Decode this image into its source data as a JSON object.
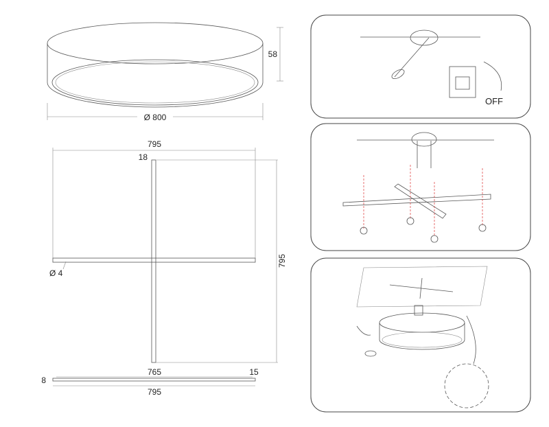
{
  "drawing": {
    "top_view": {
      "height_label": "58",
      "diameter_label": "Ø 800"
    },
    "bracket_view": {
      "width_label": "795",
      "offset_label": "18",
      "hole_label": "Ø 4",
      "height_label": "795"
    },
    "side_view": {
      "inner_label": "765",
      "end_label": "15",
      "thickness_label": "8",
      "total_label": "795"
    }
  },
  "steps": [
    {
      "label": "OFF"
    },
    {},
    {}
  ]
}
